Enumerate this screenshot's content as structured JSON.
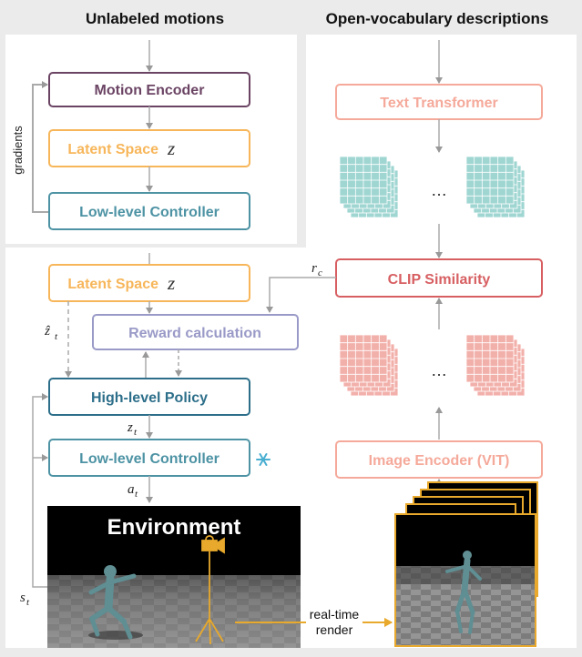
{
  "headers": {
    "left": "Unlabeled motions",
    "right": "Open-vocabulary descriptions"
  },
  "top_panel": {
    "gradients_label": "gradients",
    "motion_encoder": "Motion Encoder",
    "latent_space": "Latent Space",
    "latent_symbol": "z",
    "low_level_controller": "Low-level Controller"
  },
  "right_column": {
    "text_transformer": "Text Transformer",
    "ellipsis_top": "…",
    "clip_similarity": "CLIP Similarity",
    "ellipsis_bottom": "…",
    "image_encoder": "Image Encoder (VIT)"
  },
  "bottom_panel": {
    "latent_space": "Latent Space",
    "latent_symbol": "z",
    "reward_calculation": "Reward calculation",
    "high_level_policy": "High-level Policy",
    "low_level_controller": "Low-level Controller",
    "environment": "Environment",
    "render_label_line1": "real-time",
    "render_label_line2": "render",
    "frozen_icon": "snowflake-icon"
  },
  "math_labels": {
    "z_hat_main": "ẑ",
    "z_hat_sub": "t",
    "z_main": "z",
    "z_sub": "t",
    "a_main": "a",
    "a_sub": "t",
    "s_main": "s",
    "s_sub": "t",
    "r_main": "r",
    "r_sub": "c"
  },
  "colors": {
    "motion_encoder": "#6b4464",
    "latent_space": "#f7b65a",
    "low_level": "#4d93a4",
    "high_level": "#2d6f8a",
    "reward": "#9a9ac8",
    "text_transformer": "#f5a99a",
    "clip": "#d75f62",
    "image_encoder": "#f5a99a",
    "teal_grid": "#9fd6d2",
    "red_grid": "#f2b0ab",
    "gold": "#e8a92c",
    "snowflake": "#4aaed1"
  }
}
